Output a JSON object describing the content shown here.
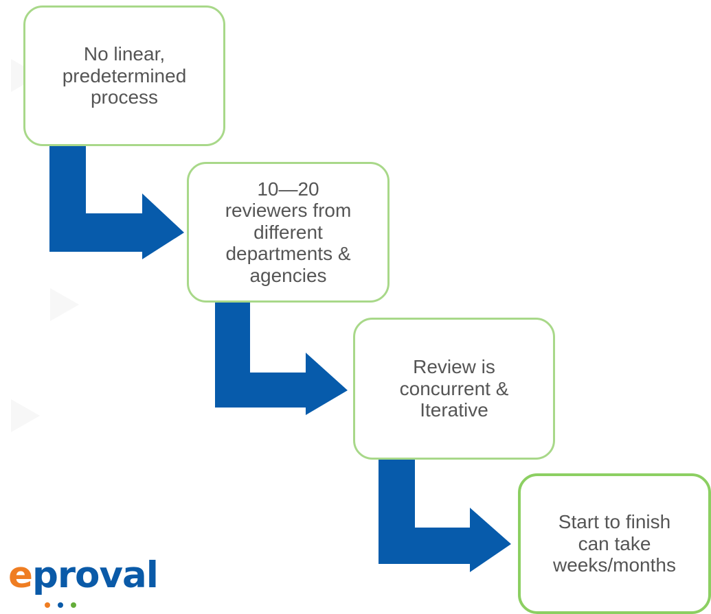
{
  "steps": [
    {
      "text": "No linear,\npredetermined\nprocess"
    },
    {
      "text": "10—20\nreviewers from\ndifferent\ndepartments &\nagencies"
    },
    {
      "text": "Review is\nconcurrent &\nIterative"
    },
    {
      "text": "Start to finish\ncan take\nweeks/months"
    }
  ],
  "colors": {
    "arrow": "#075bab",
    "box_border": "#a8d889",
    "text": "#555555",
    "logo_orange": "#ef7d22",
    "logo_blue": "#0a5aa8",
    "logo_green": "#64ad3a"
  },
  "logo": {
    "wordmark_start": "e",
    "wordmark_rest": "proval"
  },
  "icons": {
    "arrow": "bent-arrow-icon",
    "triangle": "play-triangle-icon"
  }
}
